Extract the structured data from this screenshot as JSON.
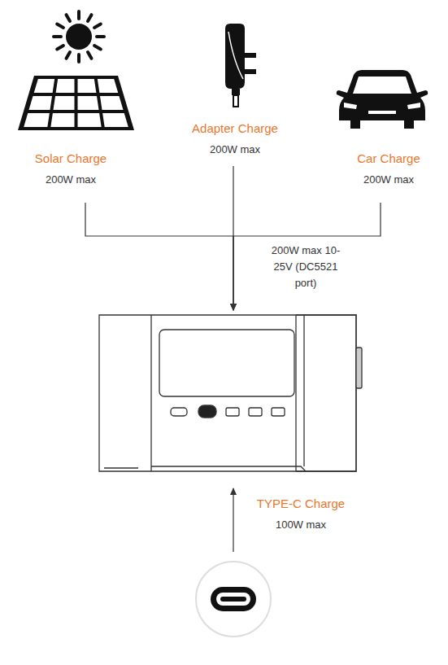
{
  "diagram": {
    "nodes": [
      {
        "text": [
          "Solar Charge",
          "200W max"
        ]
      },
      {
        "text": [
          "Adapter Charge",
          "200W max"
        ]
      },
      {
        "text": [
          "Car Charge",
          "200W max"
        ]
      },
      {
        "text": []
      },
      {
        "text": [
          "TYPE-C Charge",
          "100W max"
        ]
      }
    ],
    "edges": [
      {
        "from": 0,
        "to": 3,
        "arrow": "to"
      },
      {
        "from": 1,
        "to": 3,
        "label": "200W max 10-25V (DC5521 port)",
        "arrow": "to"
      },
      {
        "from": 2,
        "to": 3,
        "arrow": "to"
      },
      {
        "from": 4,
        "to": 3,
        "arrow": "to"
      }
    ]
  }
}
